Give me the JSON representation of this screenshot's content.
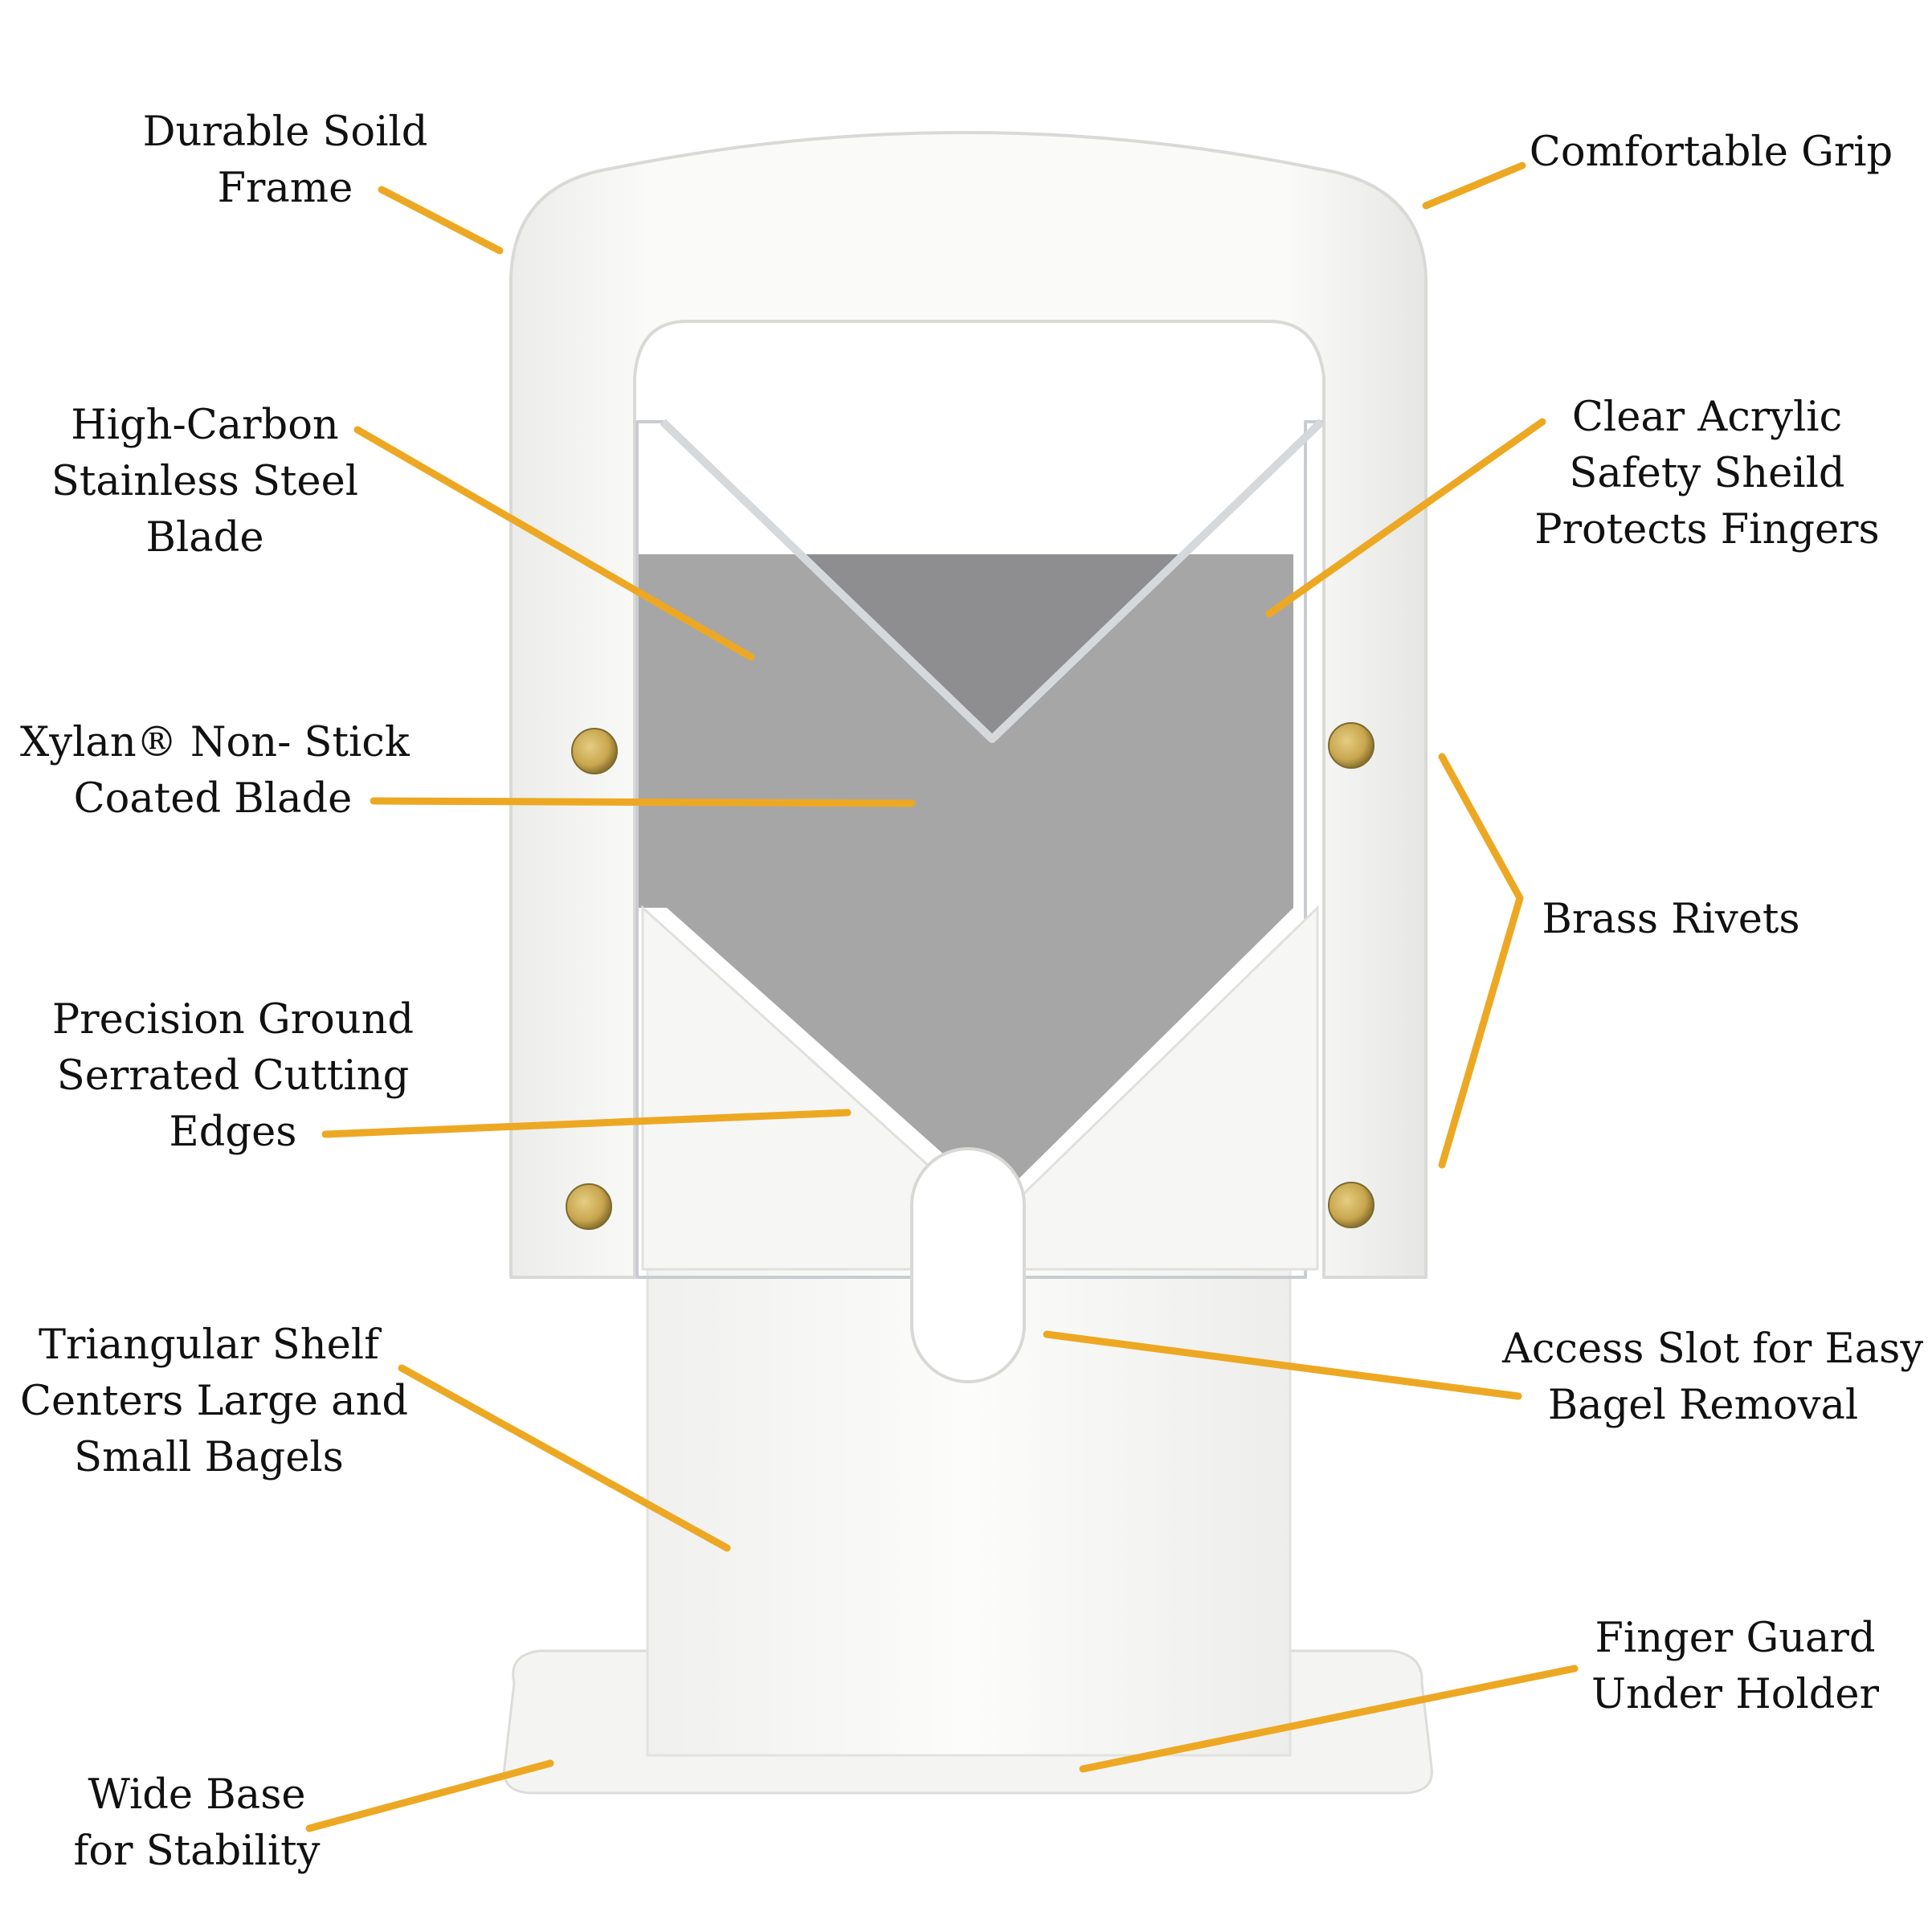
{
  "colors": {
    "callout_line": "#EDA823",
    "frame_white": "#F7F7F5",
    "frame_edge": "#D9D9D6",
    "blade_gray": "#8E8D8F",
    "acrylic_edge": "#C9CCD0",
    "rivet_brass": "#C8A64E",
    "text": "#111111",
    "background": "#FFFFFF"
  },
  "callouts": [
    {
      "id": "durable-frame",
      "lines": [
        "Durable Soild",
        "Frame"
      ]
    },
    {
      "id": "comfortable-grip",
      "lines": [
        "Comfortable Grip"
      ]
    },
    {
      "id": "steel-blade",
      "lines": [
        "High-Carbon",
        "Stainless Steel",
        "Blade"
      ]
    },
    {
      "id": "acrylic-shield",
      "lines": [
        "Clear Acrylic",
        "Safety Sheild",
        "Protects Fingers"
      ]
    },
    {
      "id": "xylan-blade",
      "lines": [
        "Xylan® Non- Stick",
        "Coated Blade"
      ]
    },
    {
      "id": "brass-rivets",
      "lines": [
        "Brass Rivets"
      ]
    },
    {
      "id": "serrated-edges",
      "lines": [
        "Precision Ground",
        "Serrated Cutting",
        "Edges"
      ]
    },
    {
      "id": "triangular-shelf",
      "lines": [
        "Triangular Shelf",
        "Centers Large and",
        "Small Bagels"
      ]
    },
    {
      "id": "access-slot",
      "lines": [
        "Access Slot for Easy",
        "Bagel Removal"
      ]
    },
    {
      "id": "finger-guard",
      "lines": [
        "Finger Guard",
        "Under Holder"
      ]
    },
    {
      "id": "wide-base",
      "lines": [
        "Wide Base",
        "for Stability"
      ]
    }
  ]
}
